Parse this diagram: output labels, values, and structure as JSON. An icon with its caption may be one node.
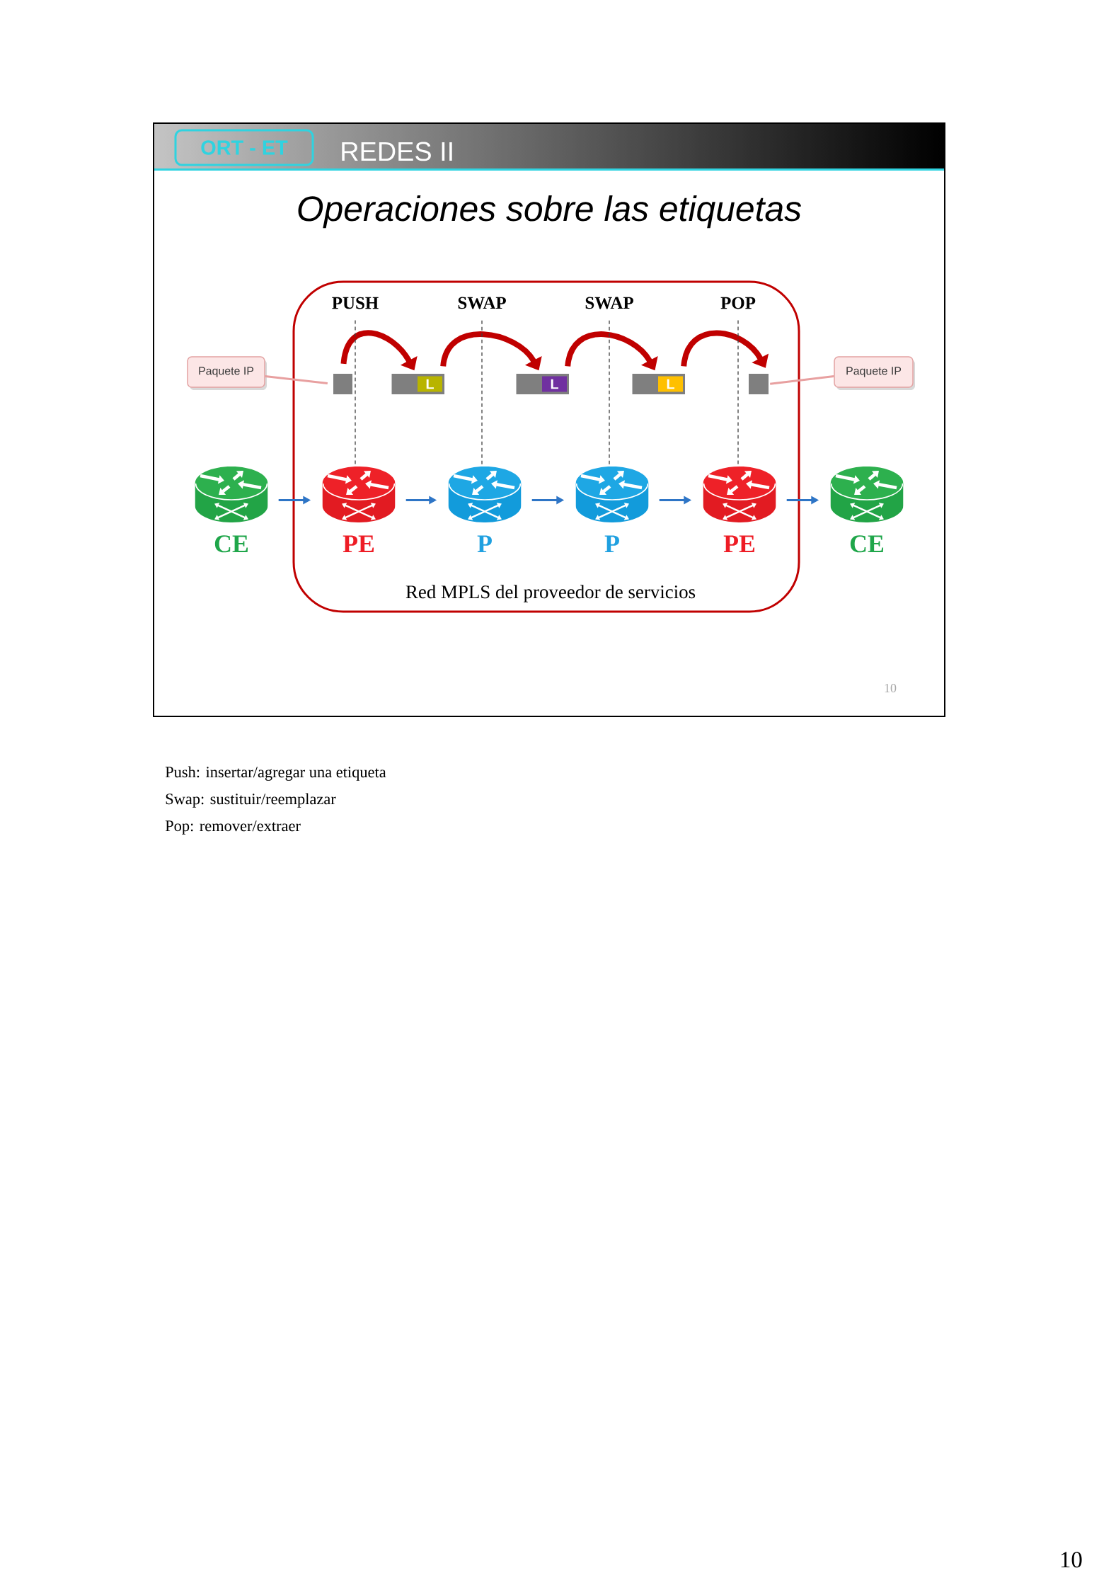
{
  "diagram": {
    "title": "Operaciones sobre las etiquetas",
    "nodes": [
      {
        "text": [
          "ORT - ET"
        ]
      },
      {
        "text": [
          "Red MPLS del proveedor de servicios"
        ]
      },
      {
        "text": [
          "PUSH"
        ],
        "in": 1
      },
      {
        "text": [
          "SWAP"
        ],
        "in": 1
      },
      {
        "text": [
          "SWAP"
        ],
        "in": 1
      },
      {
        "text": [
          "POP"
        ],
        "in": 1
      },
      {
        "text": [
          "Paquete IP"
        ]
      },
      {
        "text": [],
        "shape": "box",
        "in": 1
      },
      {
        "text": [
          "L"
        ],
        "in": 1
      },
      {
        "text": [
          "L"
        ],
        "in": 1
      },
      {
        "text": [
          "L"
        ],
        "in": 1
      },
      {
        "text": [],
        "shape": "box",
        "in": 1
      },
      {
        "text": [
          "Paquete IP"
        ]
      },
      {
        "text": [
          "CE"
        ]
      },
      {
        "text": [
          "PE"
        ],
        "in": 1
      },
      {
        "text": [
          "P"
        ],
        "in": 1
      },
      {
        "text": [
          "P"
        ],
        "in": 1
      },
      {
        "text": [
          "PE"
        ],
        "in": 1
      },
      {
        "text": [
          "CE"
        ]
      }
    ],
    "edges": [
      {
        "from": 6,
        "to": 7,
        "arrow": "none",
        "color": "#e8a0a0"
      },
      {
        "from": 12,
        "to": 11,
        "arrow": "none",
        "color": "#e8a0a0"
      },
      {
        "from": 7,
        "to": 8,
        "arrow": "to",
        "style": "thick",
        "color": "#c00000"
      },
      {
        "from": 8,
        "to": 9,
        "arrow": "to",
        "style": "thick",
        "color": "#c00000"
      },
      {
        "from": 9,
        "to": 10,
        "arrow": "to",
        "style": "thick",
        "color": "#c00000"
      },
      {
        "from": 10,
        "to": 11,
        "arrow": "to",
        "style": "thick",
        "color": "#c00000"
      },
      {
        "from": 2,
        "to": 14,
        "arrow": "none",
        "style": "dashed",
        "color": "#404040"
      },
      {
        "from": 3,
        "to": 15,
        "arrow": "none",
        "style": "dashed",
        "color": "#404040"
      },
      {
        "from": 4,
        "to": 16,
        "arrow": "none",
        "style": "dashed",
        "color": "#404040"
      },
      {
        "from": 5,
        "to": 17,
        "arrow": "none",
        "style": "dashed",
        "color": "#404040"
      },
      {
        "from": 13,
        "to": 14,
        "arrow": "to"
      },
      {
        "from": 14,
        "to": 15,
        "arrow": "to"
      },
      {
        "from": 15,
        "to": 16,
        "arrow": "to"
      },
      {
        "from": 16,
        "to": 17,
        "arrow": "to"
      },
      {
        "from": 17,
        "to": 18,
        "arrow": "to"
      }
    ],
    "labels": [
      "REDES II",
      "10",
      "Push: insertar/agregar una etiqueta",
      "Swap: sustituir/reemplazar",
      "Pop: remover/extraer",
      "10"
    ]
  }
}
